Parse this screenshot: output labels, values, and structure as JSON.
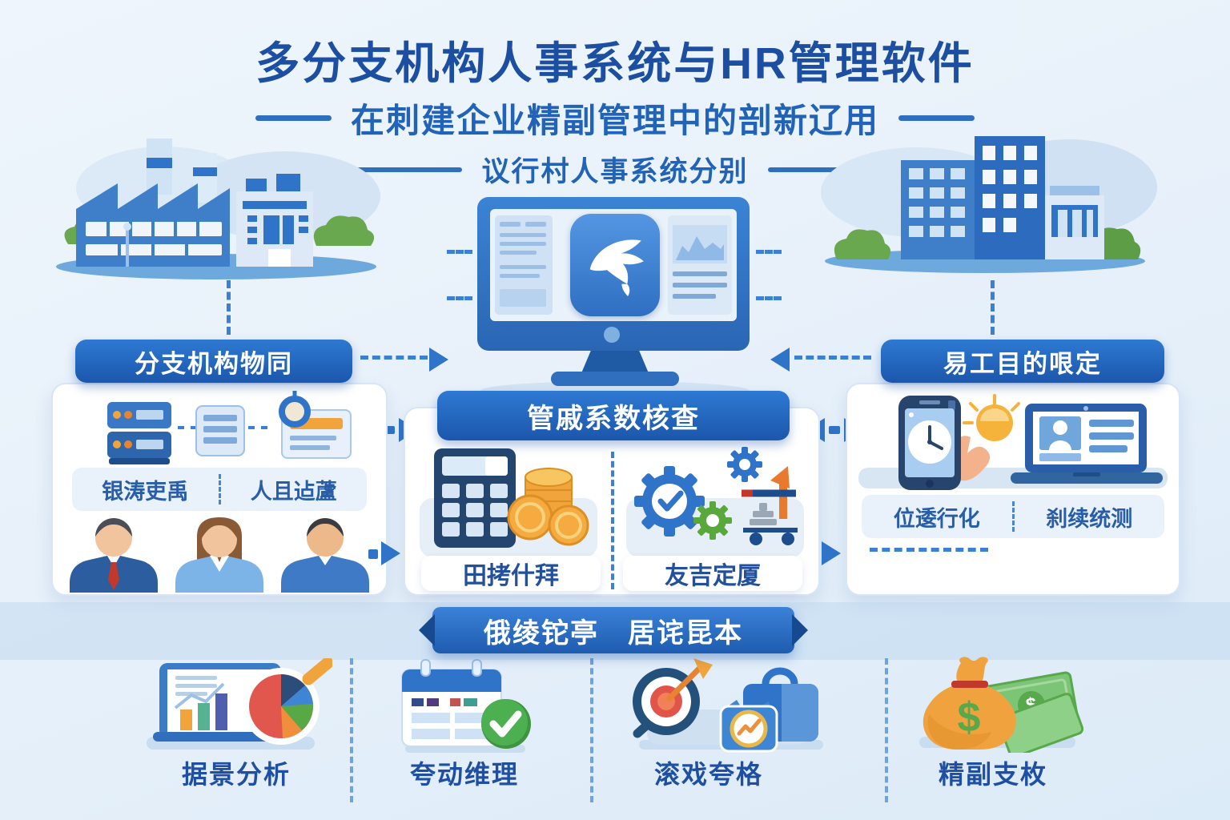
{
  "header": {
    "title": "多分支机构人事系统与HR管理软件",
    "subtitle": "在刺建企业精副管理中的剖新辽用",
    "tagline": "议行村人事系统分别"
  },
  "scene": {
    "left_illustration": "factory-buildings",
    "right_illustration": "office-towers",
    "monitor_logo_icon": "wing-bird-logo-icon"
  },
  "panels": {
    "left": {
      "title": "分支机构物同",
      "chips": [
        "银涛吏禹",
        "人且迠蘆"
      ],
      "icons": [
        "server-stack-icon",
        "document-card-icon",
        "search-browser-icon",
        "team-people-icon"
      ]
    },
    "center": {
      "title": "管戚系数核查",
      "chips": [
        "田拷什拜",
        "友吉定厦"
      ],
      "icons": [
        "calculator-coins-icon",
        "gears-cart-icon"
      ]
    },
    "right": {
      "title": "易工目的哏定",
      "chips": [
        "位逶行化",
        "刹续统测"
      ],
      "icons": [
        "phone-clock-icon",
        "hand-icon",
        "sun-icon",
        "laptop-profile-icon"
      ]
    }
  },
  "banner": {
    "text": "俄绫铊亭　居诧昆本"
  },
  "bottom": {
    "items": [
      {
        "label": "据景分析",
        "icon": "analytics-pie-icon"
      },
      {
        "label": "夸动维理",
        "icon": "calendar-check-icon"
      },
      {
        "label": "滚戏夸格",
        "icon": "target-briefcase-icon"
      },
      {
        "label": "精副支枚",
        "icon": "money-bag-icon"
      }
    ]
  },
  "colors": {
    "accent_blue": "#2f74c8",
    "deep_blue": "#1c4ea2",
    "pill_blue": "#1d5fb5",
    "banner_blue": "#2468bf",
    "gold": "#f2a43c",
    "green": "#4caf50",
    "red": "#d9534f",
    "background": "#e8f1fa"
  }
}
